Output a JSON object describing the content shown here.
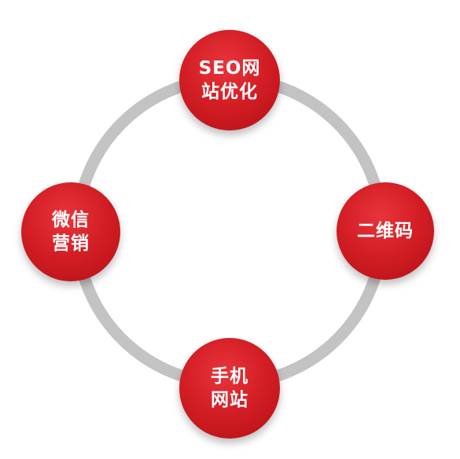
{
  "colors": {
    "ring": "#c3c3c3",
    "node_fill": "#d31f25",
    "node_text": "#ffffff",
    "background": "#ffffff"
  },
  "nodes": {
    "top": {
      "label": "SEO网\n站优化"
    },
    "right": {
      "label": "二维码"
    },
    "bottom": {
      "label": "手机\n网站"
    },
    "left": {
      "label": "微信\n营销"
    }
  }
}
